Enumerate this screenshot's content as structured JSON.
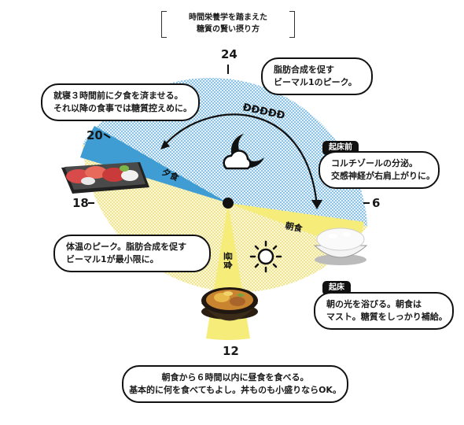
{
  "header": {
    "line1": "時間栄養学を踏まえた",
    "line2": "糖質の賢い摂り方"
  },
  "hours": {
    "h24": "24",
    "h6": "6",
    "h12": "12",
    "h18": "18",
    "h20": "20"
  },
  "meals": {
    "dinner": "夕食",
    "breakfast": "朝食",
    "lunch": "昼食"
  },
  "sleep_mark": "ƉƉƉƉƉ",
  "notes": {
    "fat_peak": [
      "脂肪合成を促す",
      "ビーマル1のピーク。"
    ],
    "dinner_advice": [
      "就寝３時間前に夕食を済ませる。",
      "それ以降の食事では糖質控えめに。"
    ],
    "before_wake_tag": "起床前",
    "before_wake": [
      "コルチゾールの分泌。",
      "交感神経が右肩上がりに。"
    ],
    "body_temp": [
      "体温のピーク。脂肪合成を促す",
      "ビーマル1が最小限に。"
    ],
    "wake_tag": "起床",
    "wake": [
      "朝の光を浴びる。朝食は",
      "マスト。糖質をしっかり補給。"
    ],
    "lunch_advice": [
      "朝食から６時間以内に昼食を食べる。",
      "基本的に何を食べてもよし。丼ものも小盛りならOK。"
    ]
  },
  "icons": [
    "moon-cloud-icon",
    "sun-icon",
    "sashimi-icon",
    "rice-bowl-icon",
    "katsudon-icon"
  ],
  "colors": {
    "night": "#4aa2d6",
    "day": "#f3e98c",
    "dinner_band": "#3f9dd4",
    "meal_band": "#f5ec7a",
    "ink": "#111111"
  }
}
